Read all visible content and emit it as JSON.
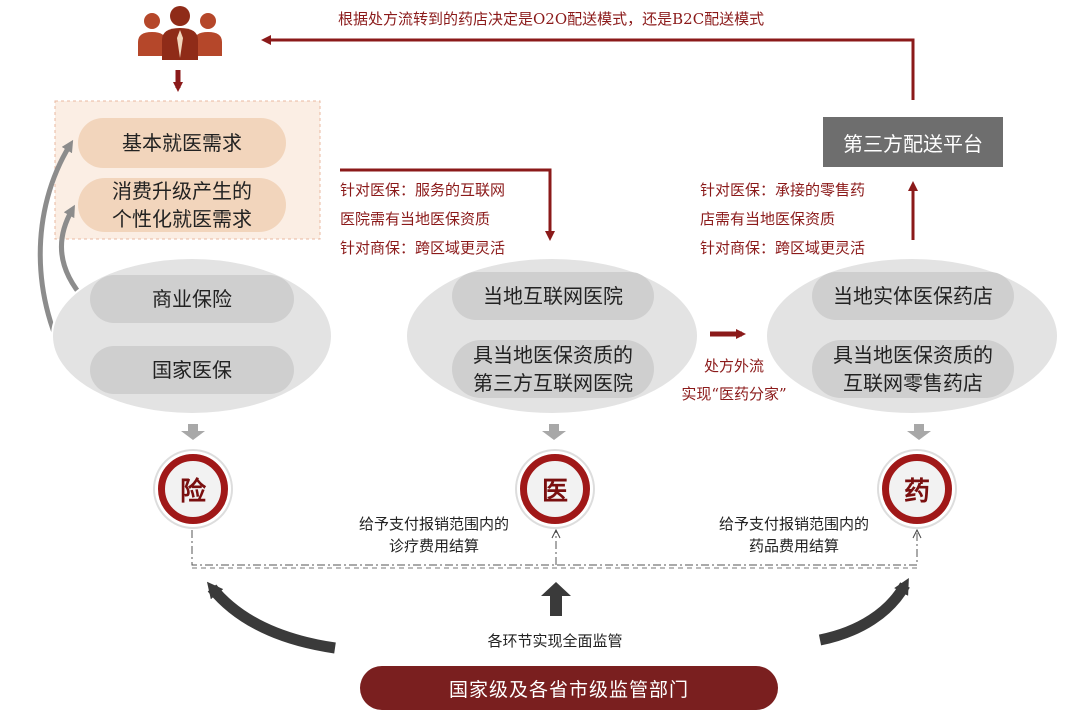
{
  "top_arrow_label": "根据处方流转到的药店决定是O2O配送模式，还是B2C配送模式",
  "demand": {
    "basic": "基本就医需求",
    "personal_line1": "消费升级产生的",
    "personal_line2": "个性化就医需求"
  },
  "insurance": {
    "commercial": "商业保险",
    "national": "国家医保",
    "badge": "险"
  },
  "hospital": {
    "local": "当地互联网医院",
    "third_line1": "具当地医保资质的",
    "third_line2": "第三方互联网医院",
    "badge": "医",
    "note_line1": "针对医保：服务的互联网",
    "note_line2": "医院需有当地医保资质",
    "note_line3": "针对商保：跨区域更灵活"
  },
  "pharmacy": {
    "local": "当地实体医保药店",
    "retail_line1": "具当地医保资质的",
    "retail_line2": "互联网零售药店",
    "badge": "药",
    "note_line1": "针对医保：承接的零售药",
    "note_line2": "店需有当地医保资质",
    "note_line3": "针对商保：跨区域更灵活"
  },
  "delivery_platform": "第三方配送平台",
  "rx_outflow_line1": "处方外流",
  "rx_outflow_line2": "实现“医药分家”",
  "settle_left_line1": "给予支付报销范围内的",
  "settle_left_line2": "诊疗费用结算",
  "settle_right_line1": "给予支付报销范围内的",
  "settle_right_line2": "药品费用结算",
  "supervision_label": "各环节实现全面监管",
  "regulator": "国家级及各省市级监管部门",
  "icons": [
    "people-group-icon"
  ],
  "colors": {
    "dark_red": "#8b1a1a",
    "peach": "#f2d5bc",
    "grey": "#cfcfcf",
    "dark_grey": "#6e6e6e"
  }
}
